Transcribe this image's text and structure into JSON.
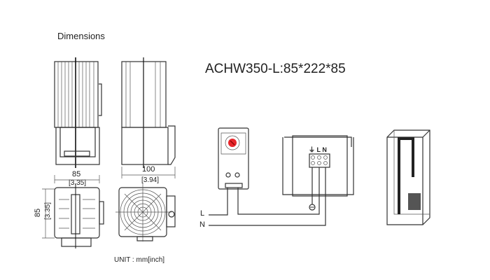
{
  "heading": "Dimensions",
  "model_title": "ACHW350-L:85*222*85",
  "dimensions": {
    "width_mm": "85",
    "width_in": "[3.35]",
    "depth_mm": "100",
    "depth_in": "[3.94]",
    "height_side_mm": "85",
    "height_side_in": "[3.35]"
  },
  "unit_label": "UNIT : mm[inch]",
  "wiring": {
    "line_label": "L",
    "neutral_label": "N",
    "terminal_labels": "⏚ L N"
  },
  "colors": {
    "dial": "#e8262b",
    "line": "#333333"
  }
}
